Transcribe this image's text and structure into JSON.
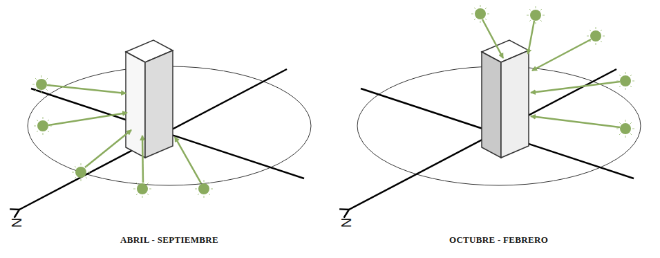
{
  "diagram": {
    "labels": [
      "N",
      "ABRIL - SEPTIEMBRE",
      "N",
      "OCTUBRE - FEBRERO"
    ]
  }
}
